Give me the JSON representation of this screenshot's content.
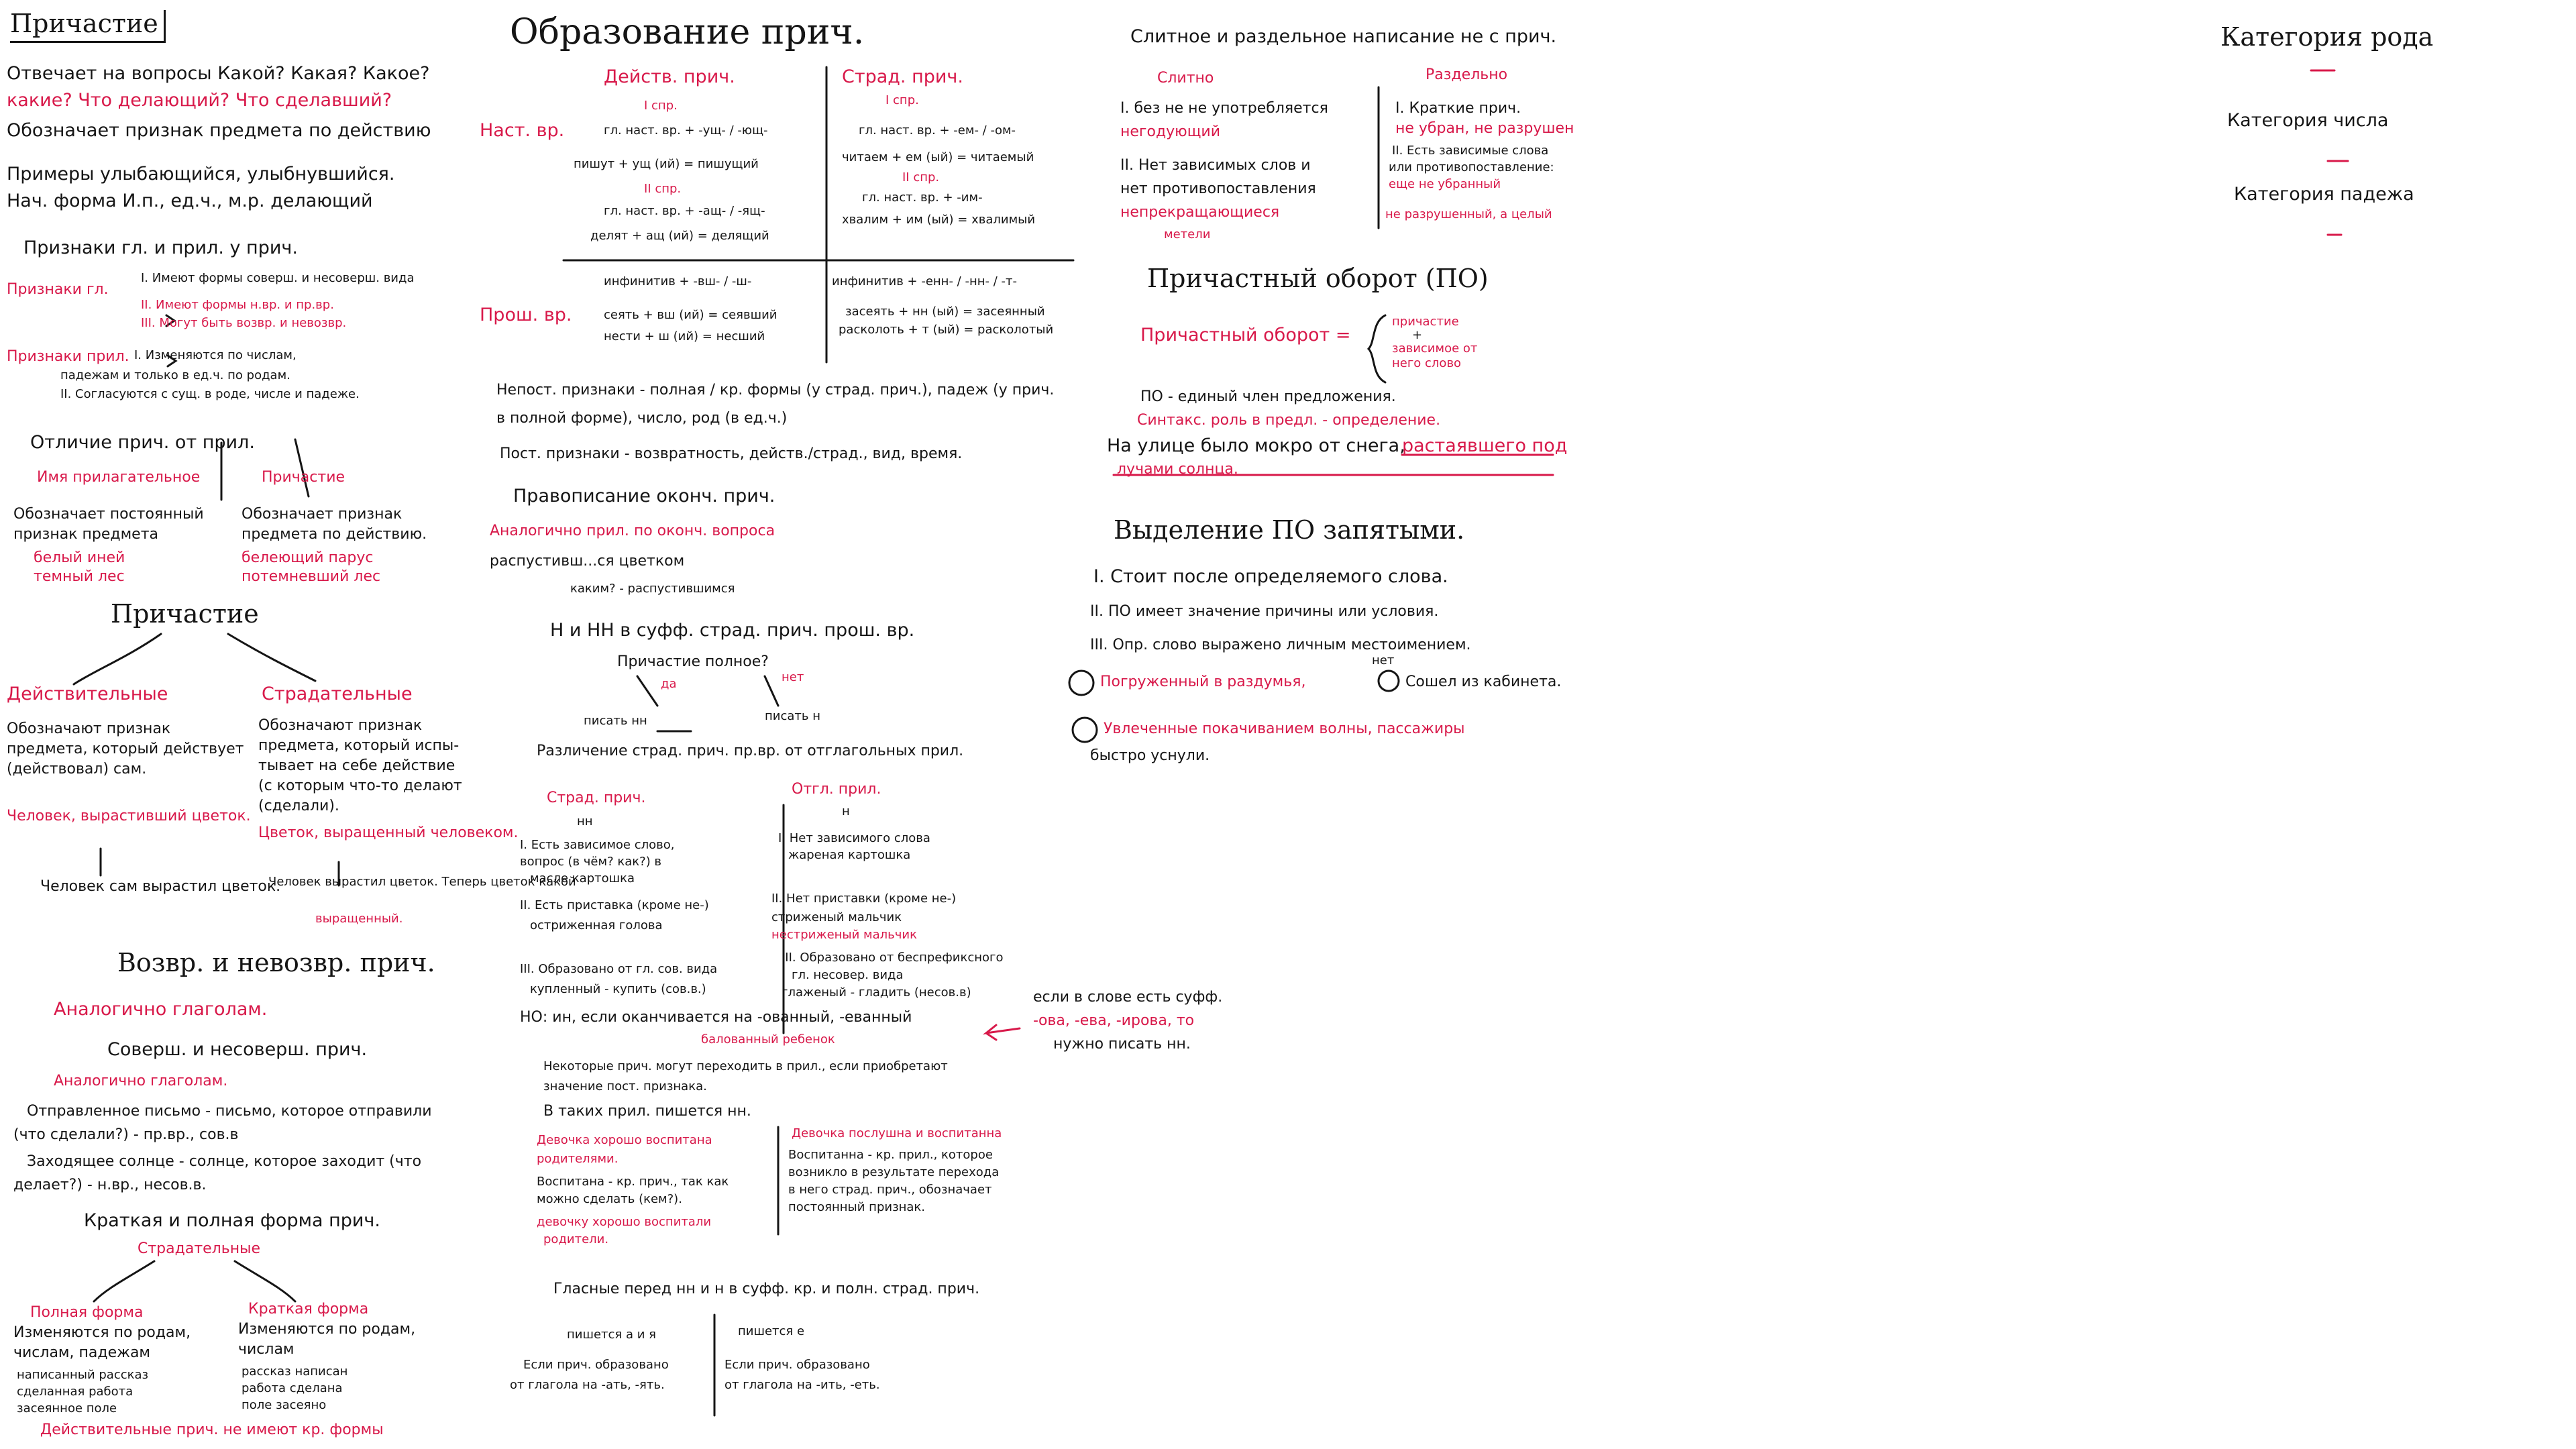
{
  "col1": {
    "title": "Причастие",
    "q1": "Отвечает на вопросы Какой? Какая? Какое?",
    "q2": "какие? Что делающий? Что сделавший?",
    "q3": "Обозначает признак предмета по действию",
    "ex1": "Примеры улыбающийся, улыбнувшийся.",
    "ex2": "Нач. форма И.п., ед.ч., м.р. делающий",
    "signs_title": "Признаки гл. и прил. у прич.",
    "sign_verb_head": "Признаки гл.",
    "sign_verb_1": "I. Имеют формы соверш. и несоверш. вида",
    "sign_verb_2": "II. Имеют формы н.вр. и пр.вр.",
    "sign_verb_3": "III. Могут быть возвр. и невозвр.",
    "sign_adj_head": "Признаки прил.",
    "sign_adj_1": "I. Изменяются по числам,",
    "sign_adj_2": "падежам и только в ед.ч. по родам.",
    "sign_adj_3": "II. Согласуются с сущ. в роде, числе и падеже.",
    "diff_title": "Отличие прич. от прил.",
    "diff_adj_head": "Имя прилагательное",
    "diff_adj_text1": "Обозначает постоянный",
    "diff_adj_text2": "признак предмета",
    "diff_adj_ex1": "белый иней",
    "diff_adj_ex2": "темный лес",
    "diff_part_head": "Причастие",
    "diff_part_text1": "Обозначает признак",
    "diff_part_text2": "предмета по действию.",
    "diff_part_ex1": "белеющий парус",
    "diff_part_ex2": "потемневший лес",
    "pr_title": "Причастие",
    "act_head": "Действительные",
    "act_text1": "Обозначают признак",
    "act_text2": "предмета, который действует",
    "act_text3": "(действовал) сам.",
    "act_ex": "Человек, вырастивший цветок.",
    "act_ex2": "Человек сам вырастил цветок.",
    "pas_head": "Страдательные",
    "pas_text1": "Обозначают признак",
    "pas_text2": "предмета, который испы-",
    "pas_text3": "тывает на себе действие",
    "pas_text4": "(с которым что-то делают",
    "pas_text5": "(сделали).",
    "pas_ex": "Цветок, выращенный человеком.",
    "pas_ex2": "Человек вырастил цветок. Теперь цветок какой",
    "pas_ex3": "выращенный.",
    "refl_title": "Возвр. и невозвр. прич.",
    "refl_sub": "Аналогично глаголам.",
    "asp_title": "Соверш. и несоверш. прич.",
    "asp_sub": "Аналогично глаголам.",
    "asp_ex1": "Отправленное письмо - письмо, которое отправили",
    "asp_ex1b": "(что сделали?) - пр.вр., сов.в",
    "asp_ex2": "Заходящее солнце - солнце, которое заходит (что",
    "asp_ex2b": "делает?) - н.вр., несов.в.",
    "form_title": "Краткая и полная форма прич.",
    "form_sub": "Страдательные",
    "full_head": "Полная форма",
    "full_1": "Изменяются по родам,",
    "full_2": "числам, падежам",
    "full_3": "написанный рассказ",
    "full_4": "сделанная работа",
    "full_5": "засеянное поле",
    "short_head": "Краткая форма",
    "short_1": "Изменяются по родам,",
    "short_2": "числам",
    "short_3": "рассказ написан",
    "short_4": "работа сделана",
    "short_5": "поле засеяно",
    "footer": "Действительные прич. не имеют кр. формы"
  },
  "col2": {
    "title": "Образование прич.",
    "act_head": "Действ. прич.",
    "pas_head": "Страд. прич.",
    "row_present": "Наст. вр.",
    "row_past": "Прош. вр.",
    "c1_conj1": "I спр.",
    "c1_l1": "гл. наст. вр. + -ущ- / -ющ-",
    "c1_l2": "пишут + ущ (ий) = пишущий",
    "c1_conj2": "II спр.",
    "c1_l3": "гл. наст. вр. + -ащ- / -ящ-",
    "c1_l4": "делят + ащ (ий) = делящий",
    "c2_conj1": "I спр.",
    "c2_l1": "гл. наст. вр. + -ем- / -ом-",
    "c2_l2": "читаем + ем (ый) = читаемый",
    "c2_conj2": "II спр.",
    "c2_l3": "гл. наст. вр. + -им-",
    "c2_l4": "хвалим + им (ый) = хвалимый",
    "c3_l1": "инфинитив + -вш- / -ш-",
    "c3_l2": "сеять + вш (ий) = сеявший",
    "c3_l3": "нести + ш (ий) = несший",
    "c4_l1": "инфинитив + -енн- / -нн- / -т-",
    "c4_l2": "засеять + нн (ый) = засеянный",
    "c4_l3": "расколоть + т (ый) = расколотый",
    "nonperm": "Непост. признаки - полная / кр. формы (у страд. прич.), падеж (у прич.",
    "nonperm2": "в полной форме), число, род (в ед.ч.)",
    "perm": "Пост. признаки - возвратность, действ./страд., вид, время.",
    "end_title": "Правописание оконч. прич.",
    "end_sub": "Аналогично прил. по оконч. вопроса",
    "end_ex1": "распустивш...ся цветком",
    "end_ex2": "каким? - распустившимся",
    "nn_title": "Н и НН в суфф. страд. прич. прош. вр.",
    "nn_q": "Причастие полное?",
    "nn_yes": "да",
    "nn_no": "нет",
    "nn_ex1": "писать нн",
    "nn_ex2": "писать н",
    "dist_title": "Различение страд. прич. пр.вр. от отглагольных прил.",
    "dist_left_head": "Страд. прич.",
    "dist_left_nn": "нн",
    "dist_l1": "I. Есть зависимое слово,",
    "dist_l1b": "вопрос (в чём? как?) в",
    "dist_l1c": "масле картошка",
    "dist_l2": "II. Есть приставка (кроме не-)",
    "dist_l2b": "остриженная голова",
    "dist_l3": "III. Образовано от гл. сов. вида",
    "dist_l3b": "купленный - купить (сов.в.)",
    "dist_l4": "НО: ин, если оканчивается на -ованный, -еванный",
    "dist_l4b": "балованный ребенок",
    "dist_right_head": "Отгл. прил.",
    "dist_right_n": "н",
    "dist_r1": "I. Нет зависимого слова",
    "dist_r1b": "жареная картошка",
    "dist_r2": "II. Нет приставки (кроме не-)",
    "dist_r2b": "стриженый мальчик",
    "dist_r2c": "нестриженый мальчик",
    "dist_r3": "III. Образовано от беспрефиксного",
    "dist_r3b": "гл. несовер. вида",
    "dist_r3c": "глаженый - гладить (несов.в)",
    "side_note1": "если в слове есть суфф.",
    "side_note2": "-ова, -ева, -ирова, то",
    "side_note3": "нужно писать нн.",
    "transfer1": "Некоторые прич. могут переходить в прил., если приобретают",
    "transfer2": "значение пост. признака.",
    "transfer3": "В таких прил. пишется нн.",
    "ex_left1": "Девочка хорошо воспитана",
    "ex_left2": "родителями.",
    "ex_left3": "Воспитана - кр. прич., так как",
    "ex_left4": "можно сделать (кем?).",
    "ex_left5": "девочку хорошо воспитали",
    "ex_left6": "родители.",
    "ex_right1": "Девочка послушна и воспитанна",
    "ex_right2": "Воспитанна - кр. прил., которое",
    "ex_right3": "возникло в результате перехода",
    "ex_right4": "в него страд. прич., обозначает",
    "ex_right5": "постоянный признак.",
    "vowel_title": "Гласные перед нн и н в суфф. кр. и полн. страд. прич.",
    "vowel_l_head": "пишется а и я",
    "vowel_l1": "Если прич. образовано",
    "vowel_l2": "от глагола на -ать, -ять.",
    "vowel_r_head": "пишется е",
    "vowel_r1": "Если прич. образовано",
    "vowel_r2": "от глагола на -ить, -еть."
  },
  "col3": {
    "title": "Слитное и раздельное написание не с прич.",
    "joined_head": "Слитно",
    "joined_1": "I. без не не употребляется",
    "joined_1b": "негодующий",
    "joined_2": "II. Нет зависимых слов и",
    "joined_2b": "нет противопоставления",
    "joined_2c": "непрекращающиеся",
    "joined_2d": "метели",
    "sep_head": "Раздельно",
    "sep_1": "I. Краткие прич.",
    "sep_1b": "не убран, не разрушен",
    "sep_2": "II. Есть зависимые слова",
    "sep_2b": "или противопоставление:",
    "sep_2c": "еще не убранный",
    "sep_2d": "не разрушенный, а целый",
    "po_title": "Причастный оборот (ПО)",
    "po_def": "Причастный оборот =",
    "po_part": "причастие",
    "po_plus": "+",
    "po_dep": "зависимое от",
    "po_dep2": "него слово",
    "po_role": "ПО - единый член предложения.",
    "po_role2": "Синтакс. роль в предл. - определение.",
    "po_ex1": "На улице было мокро от снега,",
    "po_ex1b": "растаявшего под",
    "po_ex2": "лучами солнца.",
    "comma_title": "Выделение ПО запятыми.",
    "comma_1": "I. Стоит после определяемого слова.",
    "comma_2": "II. ПО имеет значение причины или условия.",
    "comma_3": "III. Опр. слово выражено личным местоимением.",
    "comma_4": "Погруженный в раздумья,",
    "comma_4b": "нет",
    "comma_4c": "Сошел из кабинета.",
    "comma_5": "Увлеченные покачиванием волны, пассажиры",
    "comma_5b": "быстро уснули."
  },
  "col4": {
    "item1": "Категория рода",
    "item2": "Категория числа",
    "item3": "Категория падежа"
  }
}
